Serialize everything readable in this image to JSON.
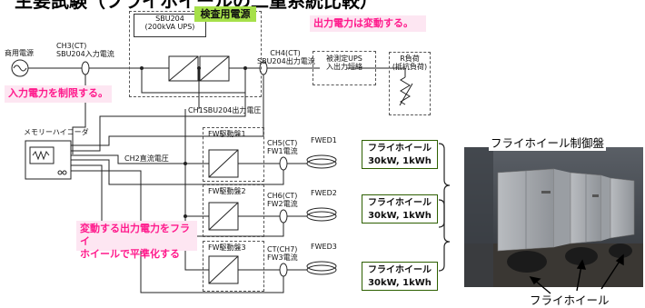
{
  "header": {
    "title": "主要試験（フライホイールの二重系統比較）"
  },
  "labels": {
    "commercial_power": "商用電源",
    "ch3_line1": "CH3(CT)",
    "ch3_line2": "SBU204入力電流",
    "sbu_line1": "SBU204",
    "sbu_line2": "(200kVA UPS)",
    "inspection_power": "検査用電源",
    "output_varies": "出力電力は変動する。",
    "ch4_line1": "CH4(CT)",
    "ch4_line2": "SBU204出力電流",
    "ups_short_line1": "被測定UPS",
    "ups_short_line2": "入出力短絡",
    "load_line1": "R負荷",
    "load_line2": "(抵抗負荷)",
    "limit_input": "入力電力を制限する。",
    "ch1": "CH1SBU204出力電圧",
    "memory_hicorder": "メモリーハイコーダ",
    "ch2": "CH2直流電圧",
    "fw_drive1": "FW駆動盤1",
    "fw_drive2": "FW駆動盤2",
    "fw_drive3": "FW駆動盤3",
    "ch5_line1": "CH5(CT)",
    "ch5_line2": "FW1電流",
    "ch6_line1": "CH6(CT)",
    "ch6_line2": "FW2電流",
    "ch7_line1": "CT(CH7)",
    "ch7_line2": "FW3電流",
    "fwed1": "FWED1",
    "fwed2": "FWED2",
    "fwed3": "FWED3",
    "smooth_line1": "変動する出力電力をフライ",
    "smooth_line2": "ホイールで平準化する"
  },
  "flywheel_specs": [
    {
      "name": "フライホイール",
      "spec": "30kW, 1kWh"
    },
    {
      "name": "フライホイール",
      "spec": "30kW, 1kWh"
    },
    {
      "name": "フライホイール",
      "spec": "30kW, 1kWh"
    }
  ],
  "photo": {
    "caption_top": "フライホイール制御盤",
    "caption_bottom": "フライホイール"
  },
  "colors": {
    "accent_pink": "#ff1a8c",
    "note_bg": "#fde6f2",
    "green": "#a6e04a",
    "spec_border": "#2d5f00"
  }
}
